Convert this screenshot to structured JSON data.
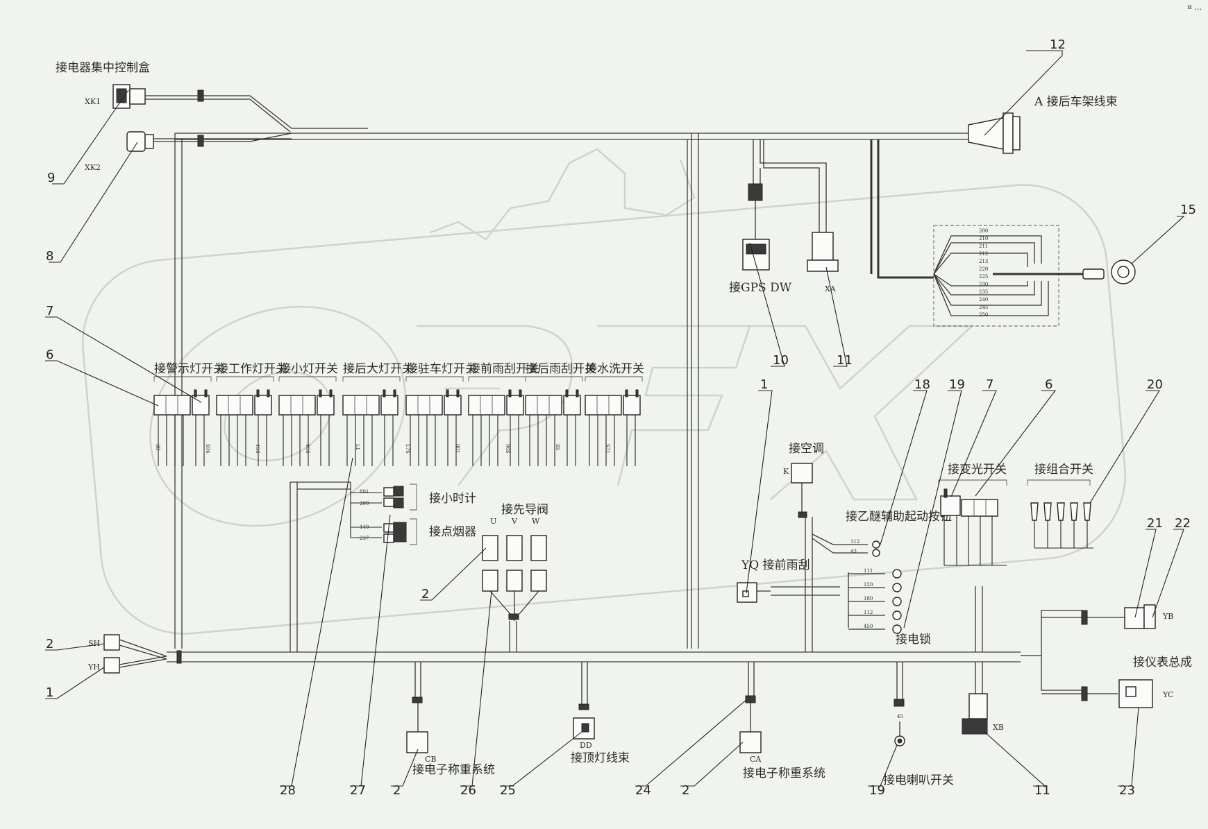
{
  "corner_mark": "¤ ...",
  "labels": {
    "relay_box": "接电器集中控制盒",
    "xk1": "XK1",
    "xk2": "XK2",
    "rear_frame": "A  接后车架线束",
    "gps": "接GPS  DW",
    "xa": "XA",
    "air_cond": "接空调",
    "k": "K",
    "ether_btn": "接乙醚辅助起动按钮",
    "ether_nums": [
      "112",
      "43"
    ],
    "yq": "YQ 接前雨刮",
    "lock_nums": [
      "111",
      "120",
      "180",
      "112",
      "450"
    ],
    "lock": "接电锁",
    "dimmer": "接变光开关",
    "combo": "接组合开关",
    "yb": "YB",
    "instrument": "接仪表总成",
    "yc": "YC",
    "xb": "XB",
    "horn": "接电喇叭开关",
    "horn_num": "45",
    "weigh": "接电子称重系统",
    "cb": "CB",
    "ca": "CA",
    "dome": "接顶灯线束",
    "dd": "DD",
    "pilot_valve": "接先导阀",
    "uvw": [
      "U",
      "V",
      "W"
    ],
    "hour_meter": "接小时计",
    "hour_nums": [
      "801",
      "200"
    ],
    "lighter": "接点烟器",
    "lighter_nums": [
      "140",
      "237"
    ],
    "sh": "SH",
    "yh": "YH",
    "switch_groups": [
      "接警示灯开关",
      "接工作灯开关",
      "接小灯开关",
      "接后大灯开关",
      "接驻车灯开关",
      "接前雨刮开关",
      "接后雨刮开关",
      "接水洗开关"
    ],
    "bundle_nums": [
      "200",
      "210",
      "211",
      "212",
      "213",
      "220",
      "225",
      "230",
      "235",
      "240",
      "245",
      "250"
    ],
    "switch_wires": [
      "68",
      "S96",
      "1S6",
      "4S6",
      "L1",
      "L7S",
      "001",
      "96S",
      "SS",
      "S71"
    ]
  },
  "callouts": [
    "1",
    "2",
    "6",
    "7",
    "8",
    "9",
    "10",
    "11",
    "12",
    "15",
    "18",
    "19",
    "20",
    "21",
    "22",
    "23",
    "24",
    "25",
    "26",
    "27",
    "28"
  ],
  "watermark": "OREX",
  "colors": {
    "background": "#f1f4ee",
    "line": "#333333",
    "watermark": "#cfd3cb"
  }
}
